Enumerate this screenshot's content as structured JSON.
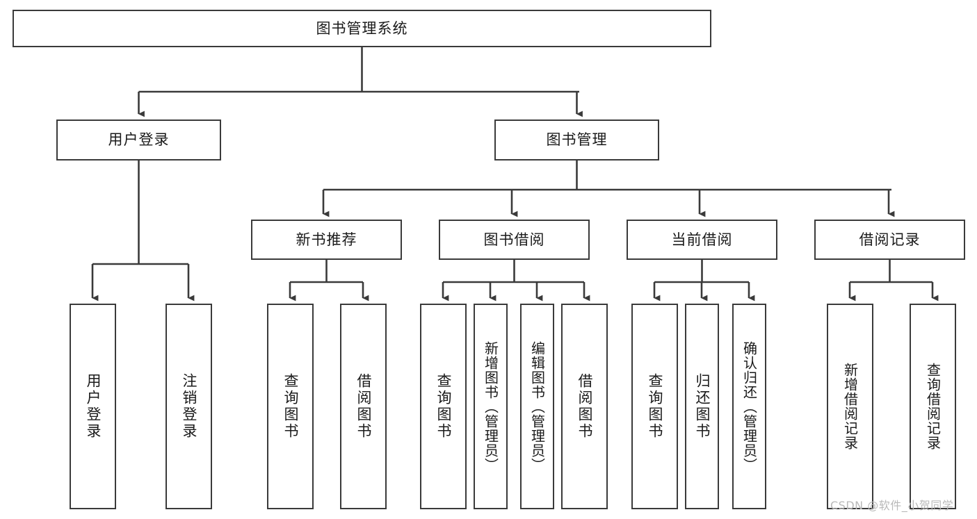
{
  "diagram": {
    "title": "图书管理系统",
    "type": "functional-structure-tree",
    "root": {
      "label": "图书管理系统"
    },
    "level2": [
      {
        "label": "用户登录"
      },
      {
        "label": "图书管理"
      }
    ],
    "level3": [
      {
        "label": "新书推荐"
      },
      {
        "label": "图书借阅"
      },
      {
        "label": "当前借阅"
      },
      {
        "label": "借阅记录"
      }
    ],
    "leaves": {
      "user_login": [
        {
          "label": "用户登录"
        },
        {
          "label": "注销登录"
        }
      ],
      "new_book_recommend": [
        {
          "label": "查询图书"
        },
        {
          "label": "借阅图书"
        }
      ],
      "book_borrow": [
        {
          "label": "查询图书"
        },
        {
          "label": "新增图书（管理员）"
        },
        {
          "label": "编辑图书（管理员）"
        },
        {
          "label": "借阅图书"
        }
      ],
      "current_borrow": [
        {
          "label": "查询图书"
        },
        {
          "label": "归还图书"
        },
        {
          "label": "确认归还（管理员）"
        }
      ],
      "borrow_record": [
        {
          "label": "新增借阅记录"
        },
        {
          "label": "查询借阅记录"
        }
      ]
    }
  },
  "watermark": {
    "text": "CSDN @软件_小贺同学"
  },
  "colors": {
    "stroke": "#3a3a3a",
    "box_fill": "#ffffff",
    "text": "#1a1a1a",
    "watermark": "#b9b9b9",
    "background": "#ffffff"
  }
}
